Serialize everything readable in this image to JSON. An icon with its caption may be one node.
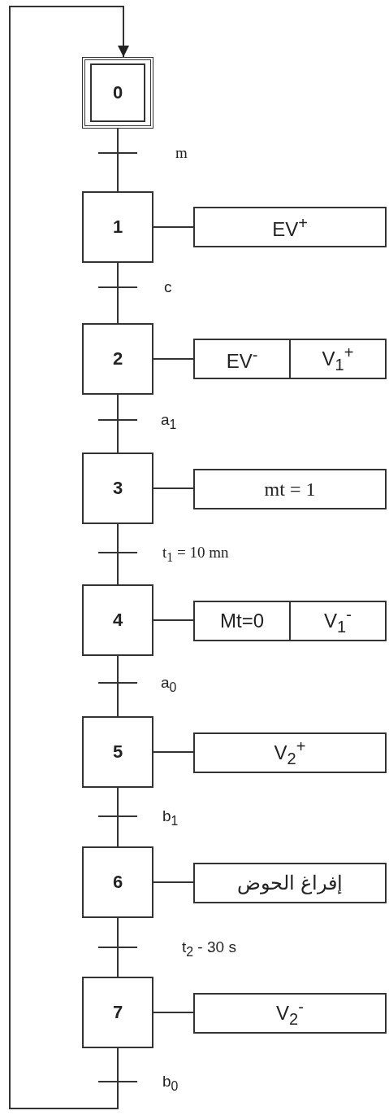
{
  "diagram": {
    "nodes": [
      {
        "text": [
          "0"
        ]
      },
      {
        "text": [
          "1"
        ]
      },
      {
        "text": [
          "2"
        ]
      },
      {
        "text": [
          "3"
        ]
      },
      {
        "text": [
          "4"
        ]
      },
      {
        "text": [
          "5"
        ]
      },
      {
        "text": [
          "6"
        ]
      },
      {
        "text": [
          "7"
        ]
      },
      {
        "text": [
          "EV$^{+}$"
        ]
      },
      {
        "text": [
          "EV$^{-}$",
          "V$_{1}$$^{+}$"
        ]
      },
      {
        "text": [
          "mt = 1"
        ]
      },
      {
        "text": [
          "Mt=0",
          "V$_{1}$$^{-}$"
        ]
      },
      {
        "text": [
          "V$_{2}$$^{+}$"
        ]
      },
      {
        "text": [
          "إفراغ الحوض"
        ]
      },
      {
        "text": [
          "V$_{2}$$^{-}$"
        ]
      }
    ],
    "edges": [
      {
        "from": 0,
        "to": 1,
        "arrow": "none",
        "label": "m"
      },
      {
        "from": 1,
        "to": 2,
        "arrow": "none",
        "label": "c"
      },
      {
        "from": 2,
        "to": 3,
        "arrow": "none",
        "label": "a$_{1}$"
      },
      {
        "from": 3,
        "to": 4,
        "arrow": "none",
        "label": "t$_{1}$ = 10 mn"
      },
      {
        "from": 4,
        "to": 5,
        "arrow": "none",
        "label": "a$_{0}$"
      },
      {
        "from": 5,
        "to": 6,
        "arrow": "none",
        "label": "b$_{1}$"
      },
      {
        "from": 6,
        "to": 7,
        "arrow": "none",
        "label": "t$_{2}$ - 30 s"
      },
      {
        "from": 7,
        "to": 0,
        "arrow": "to",
        "label": "b$_{0}$"
      },
      {
        "from": 1,
        "to": 8,
        "arrow": "none"
      },
      {
        "from": 2,
        "to": 9,
        "arrow": "none"
      },
      {
        "from": 3,
        "to": 10,
        "arrow": "none"
      },
      {
        "from": 4,
        "to": 11,
        "arrow": "none"
      },
      {
        "from": 5,
        "to": 12,
        "arrow": "none"
      },
      {
        "from": 6,
        "to": 13,
        "arrow": "none"
      },
      {
        "from": 7,
        "to": 14,
        "arrow": "none"
      }
    ]
  }
}
